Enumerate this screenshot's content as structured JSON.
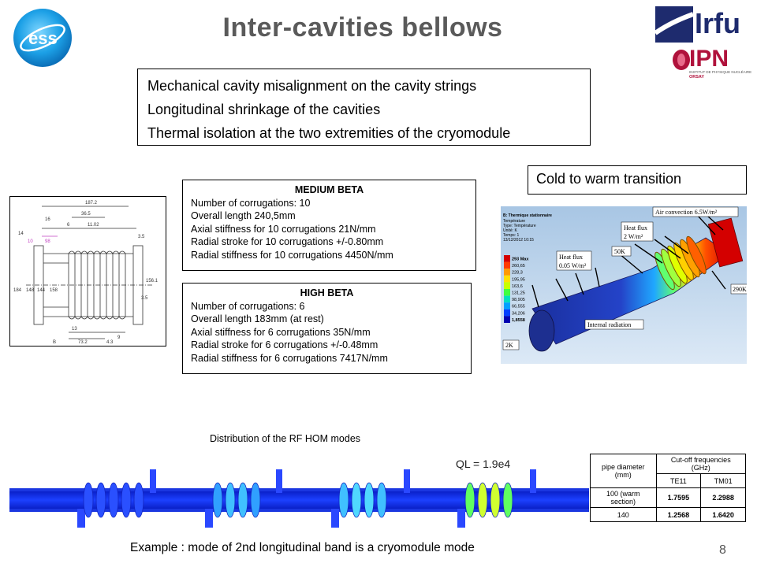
{
  "header": {
    "title": "Inter-cavities bellows",
    "logo_left_text": "ess",
    "logo_irfu_text": "Irfu",
    "logo_ipn_text": "IPN",
    "logo_ipn_sub1": "INSTITUT DE PHYSIQUE NUCLÉAIRE",
    "logo_ipn_sub2": "ORSAY"
  },
  "goals": {
    "lines": [
      "Mechanical cavity misalignment on the cavity strings",
      "Longitudinal shrinkage of the cavities",
      "Thermal isolation at the two extremities of the cryomodule"
    ]
  },
  "cold_label": "Cold to warm transition",
  "medium_beta": {
    "heading": "MEDIUM BETA",
    "lines": [
      "Number of corrugations: 10",
      "Overall length 240,5mm",
      "Axial stiffness for 10 corrugations 21N/mm",
      "Radial stroke for 10 corrugations +/-0.80mm",
      "Radial stiffness for 10 corrugations 4450N/mm"
    ]
  },
  "high_beta": {
    "heading": "HIGH BETA",
    "lines": [
      "Number of corrugations: 6",
      "Overall length 183mm (at rest)",
      "Axial stiffness for 6 corrugations 35N/mm",
      "Radial stroke for 6 corrugations +/-0.48mm",
      "Radial stiffness for 6 corrugations 7417N/mm"
    ]
  },
  "drawing": {
    "dims": [
      "187.2",
      "36.5",
      "16",
      "6",
      "11.02",
      "14",
      "10",
      "98",
      "3.5",
      "3.5",
      "13",
      "73.2",
      "4.3",
      "B",
      "9",
      "184",
      "148",
      "144",
      "158",
      "156.1"
    ]
  },
  "thermal": {
    "panel_title": "B: Thermique stationnaire",
    "panel_lines": [
      "Température",
      "Type: Température",
      "Unité: K",
      "Temps: 1",
      "13/12/2012 10:15"
    ],
    "legend": [
      "293 Max",
      "260,65",
      "228,3",
      "195,95",
      "163,6",
      "131,25",
      "98,905",
      "66,555",
      "34,206",
      "1,8558"
    ],
    "legend_colors": [
      "#d40000",
      "#ff3a00",
      "#ff9a00",
      "#ffe000",
      "#c8ff00",
      "#40ff40",
      "#00e0c0",
      "#00a0ff",
      "#0040ff",
      "#0000b0"
    ],
    "labels": {
      "air": "Air convection 6.5W/m²",
      "flux2": "Heat flux",
      "flux2b": "2 W/m²",
      "flux005": "Heat flux",
      "flux005b": "0.05 W/m²",
      "k50": "50K",
      "k290": "290K",
      "k2": "2K",
      "internal": "Internal radiation"
    }
  },
  "hom": {
    "caption": "Distribution of the RF HOM modes",
    "ql": "QL = 1.9e4"
  },
  "cutoff_table": {
    "header_col1": [
      "pipe diameter",
      "(mm)"
    ],
    "header_col2": [
      "Cut-off frequencies",
      "(GHz)"
    ],
    "sub": [
      "TE11",
      "TM01"
    ],
    "rows": [
      {
        "d1": "100 (warm",
        "d2": "section)",
        "te": "1.7595",
        "tm": "2.2988"
      },
      {
        "d1": "140",
        "d2": "",
        "te": "1.2568",
        "tm": "1.6420"
      }
    ]
  },
  "footer": {
    "example": "Example : mode of 2nd longitudinal band is a cryomodule mode",
    "page_number": "8"
  }
}
